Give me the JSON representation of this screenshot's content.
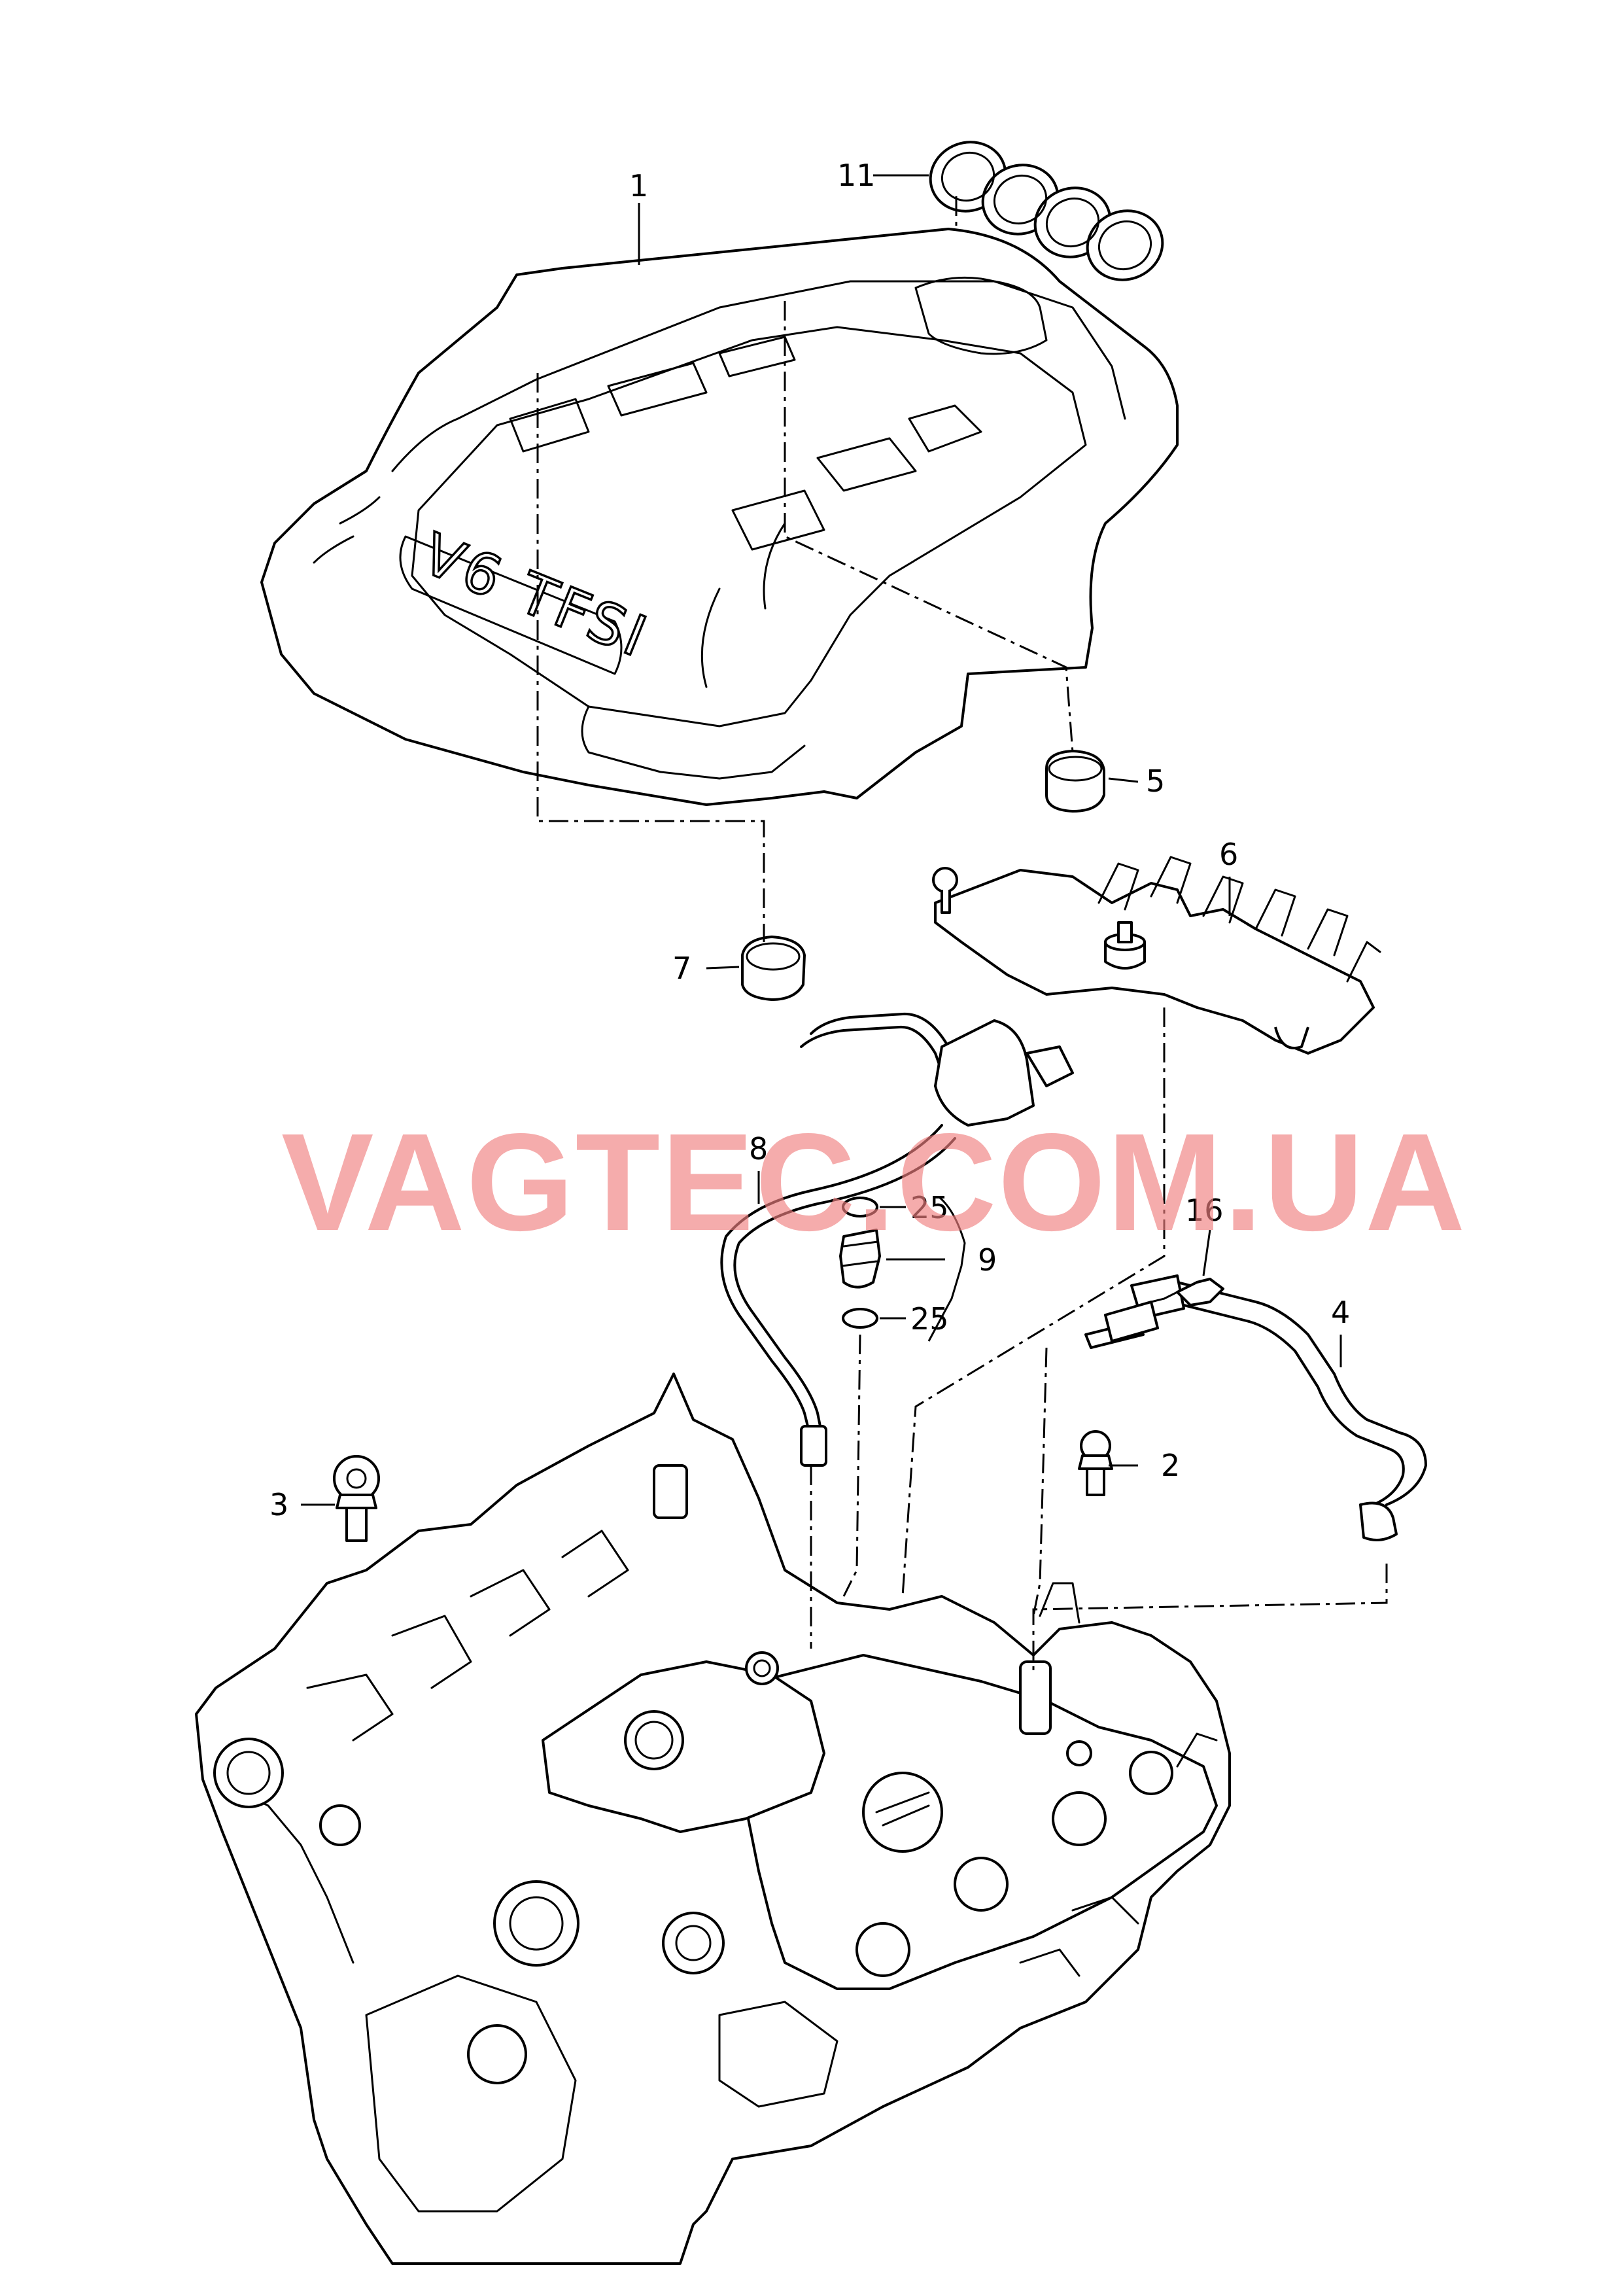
{
  "watermark": "VAGTEC.COM.UA",
  "cover_badge": "V6 TFSI",
  "callouts": [
    {
      "id": "c1",
      "label": "1"
    },
    {
      "id": "c2",
      "label": "2"
    },
    {
      "id": "c3",
      "label": "3"
    },
    {
      "id": "c4",
      "label": "4"
    },
    {
      "id": "c5",
      "label": "5"
    },
    {
      "id": "c6",
      "label": "6"
    },
    {
      "id": "c7",
      "label": "7"
    },
    {
      "id": "c8",
      "label": "8"
    },
    {
      "id": "c9",
      "label": "9"
    },
    {
      "id": "c11",
      "label": "11"
    },
    {
      "id": "c16",
      "label": "16"
    },
    {
      "id": "c25a",
      "label": "25"
    },
    {
      "id": "c25b",
      "label": "25"
    }
  ],
  "colors": {
    "watermark": "#f08080",
    "line": "#000000",
    "background": "#ffffff"
  }
}
